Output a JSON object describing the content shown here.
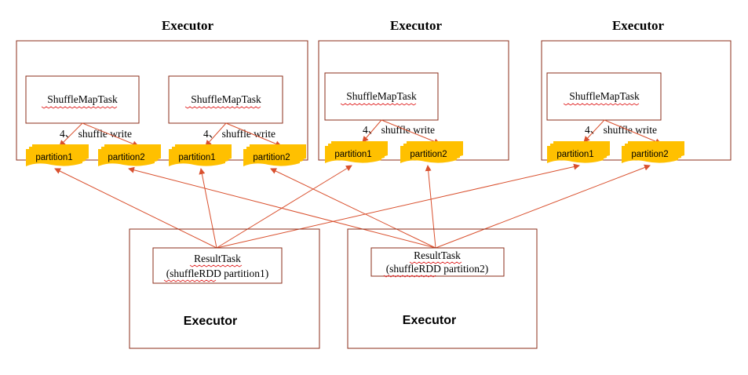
{
  "colors": {
    "box_border": "#8b2d1a",
    "arrow": "#d9502e",
    "partition_fill": "#ffc000",
    "spellcheck": "#e02020"
  },
  "executors": [
    {
      "label": "Executor",
      "map_tasks": [
        {
          "task_label": "ShuffleMapTask",
          "write_label": "4、 shuffle write",
          "partitions": [
            "partition1",
            "partition2"
          ]
        },
        {
          "task_label": "ShuffleMapTask",
          "write_label": "4、 shuffle write",
          "partitions": [
            "partition1",
            "partition2"
          ]
        }
      ]
    },
    {
      "label": "Executor",
      "map_tasks": [
        {
          "task_label": "ShuffleMapTask",
          "write_label": "4、 shuffle write",
          "partitions": [
            "partition1",
            "partition2"
          ]
        }
      ]
    },
    {
      "label": "Executor",
      "map_tasks": [
        {
          "task_label": "ShuffleMapTask",
          "write_label": "4、 shuffle write",
          "partitions": [
            "partition1",
            "partition2"
          ]
        }
      ]
    }
  ],
  "result_executors": [
    {
      "label": "Executor",
      "task_line1": "ResultTask",
      "task_line2": "(shuffleRDD partition1)"
    },
    {
      "label": "Executor",
      "task_line1": "ResultTask",
      "task_line2": "(shuffleRDD partition2)"
    }
  ]
}
